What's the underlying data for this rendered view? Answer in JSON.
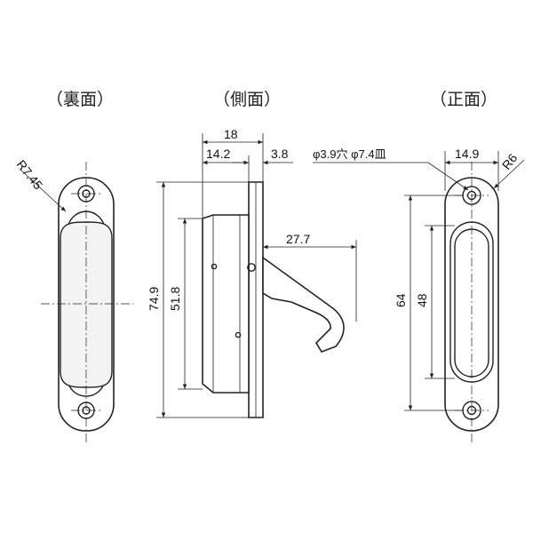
{
  "views": {
    "back": "（裏面）",
    "side": "（側面）",
    "front": "（正面）"
  },
  "dims": {
    "r745": "R7.45",
    "w18": "18",
    "w142": "14.2",
    "w38": "3.8",
    "h749": "74.9",
    "h518": "51.8",
    "w277": "27.7",
    "hole": "φ3.9穴 φ7.4皿",
    "w149": "14.9",
    "r6": "R6",
    "h64": "64",
    "h48": "48"
  },
  "colors": {
    "line": "#222222",
    "background": "#ffffff"
  }
}
